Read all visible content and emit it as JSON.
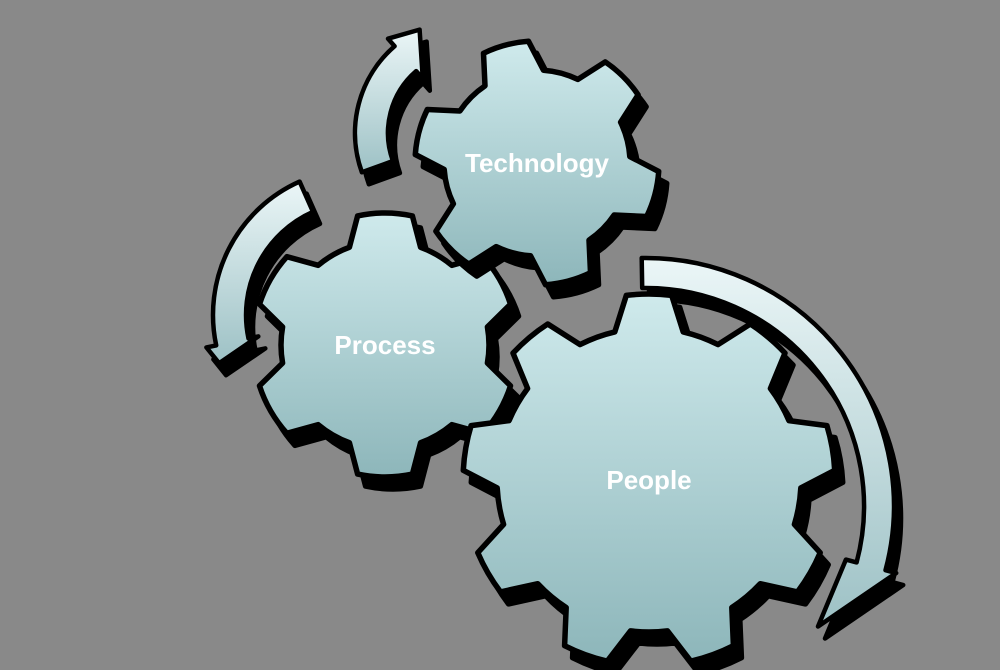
{
  "diagram": {
    "background_color": "#898989",
    "outline_color": "#000000",
    "shadow_color": "#000000",
    "label_color": "#ffffff",
    "gear_fill": {
      "top": "#cfeaec",
      "bottom": "#8db6ba"
    },
    "arrow_fill": {
      "top": "#ebf6f7",
      "bottom": "#9dc1c5"
    },
    "gears": [
      {
        "label": "Technology"
      },
      {
        "label": "Process"
      },
      {
        "label": "People"
      }
    ],
    "arrows": [
      {
        "name": "curved-arrow-to-technology-icon"
      },
      {
        "name": "curved-arrow-to-process-icon"
      },
      {
        "name": "curved-arrow-around-people-icon"
      }
    ]
  }
}
